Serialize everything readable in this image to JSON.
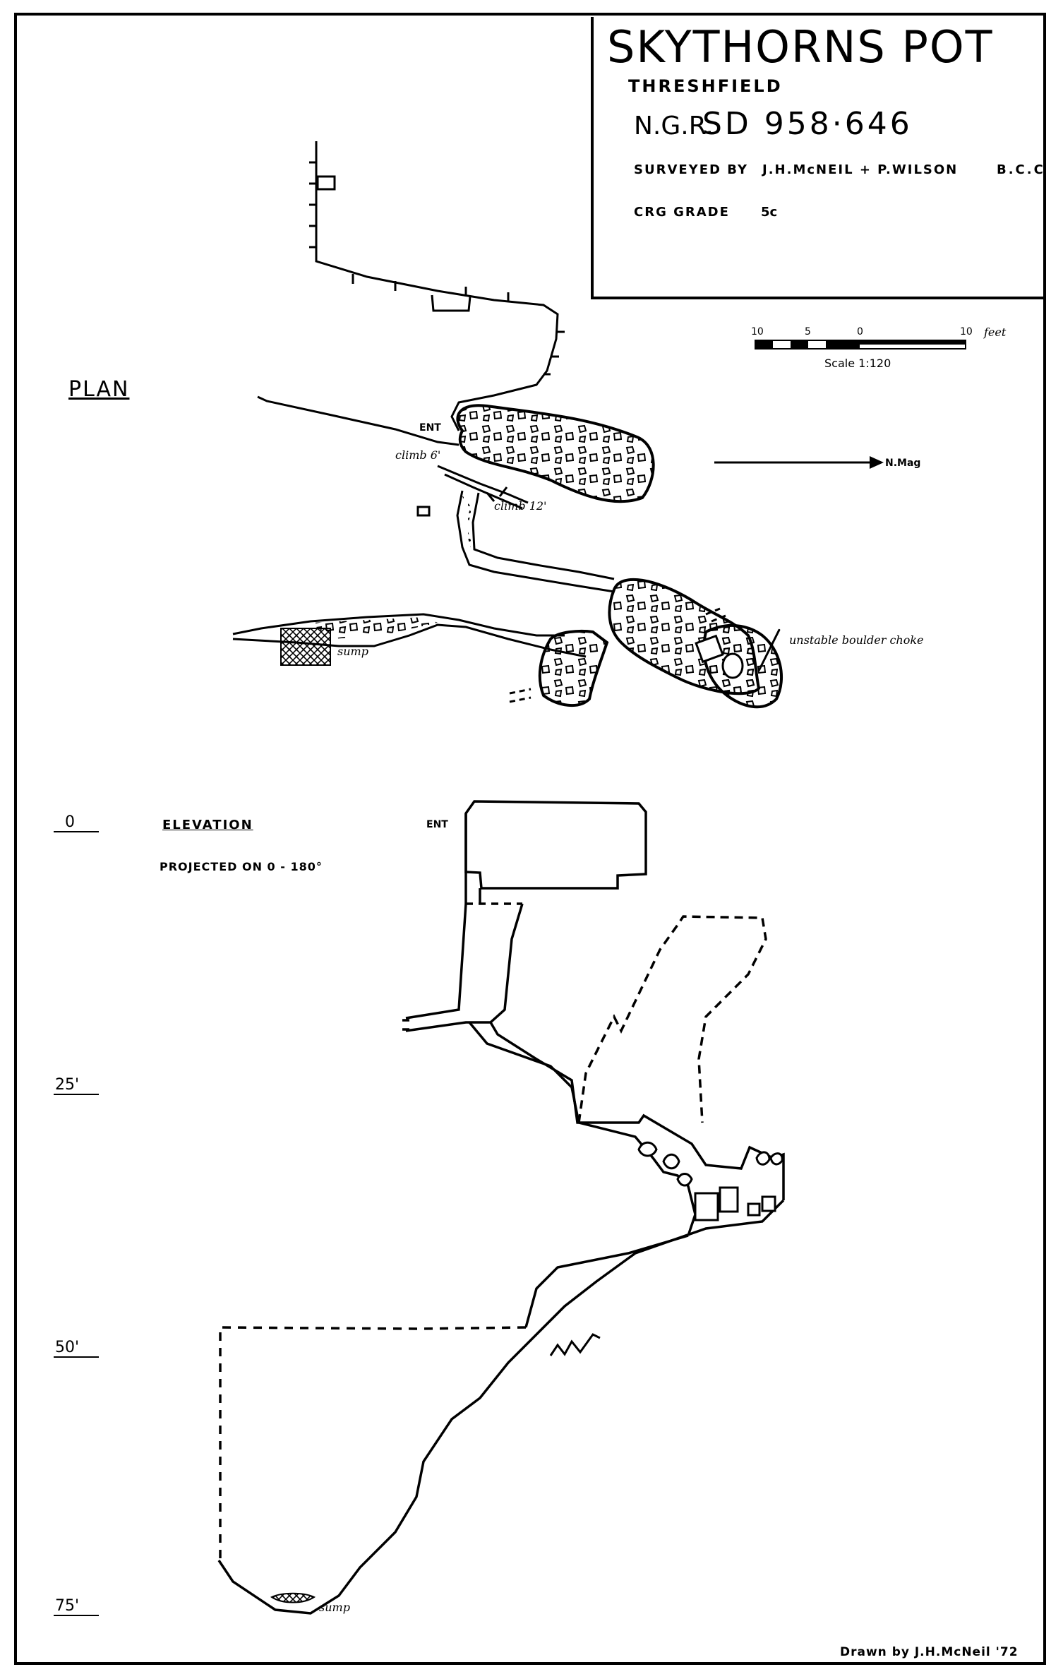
{
  "title": "SKYTHORNS POT",
  "location": "THRESHFIELD",
  "ngr_label": "N.G.R.",
  "ngr_value": "SD 958·646",
  "surveyed_label": "SURVEYED BY",
  "surveyors": "J.H.McNEIL + P.WILSON",
  "club": "B.C.C",
  "grade_label": "CRG GRADE",
  "grade_value": "5c",
  "plan": {
    "label": "PLAN",
    "north_label": "N.Mag",
    "annotations": {
      "entrance": "ENT",
      "climb_6": "climb 6'",
      "climb_12": "climb 12'",
      "sump": "sump",
      "unstable_choke": "unstable boulder choke"
    }
  },
  "scale": {
    "ticks": [
      "10",
      "5",
      "0",
      "10"
    ],
    "unit": "feet",
    "caption": "Scale 1:120"
  },
  "elevation": {
    "label": "ELEVATION",
    "projection": "PROJECTED ON 0 - 180°",
    "entrance": "ENT",
    "sump": "sump",
    "depth_marks": [
      "0",
      "25'",
      "50'",
      "75'"
    ]
  },
  "credit": "Drawn by J.H.McNeil '72"
}
